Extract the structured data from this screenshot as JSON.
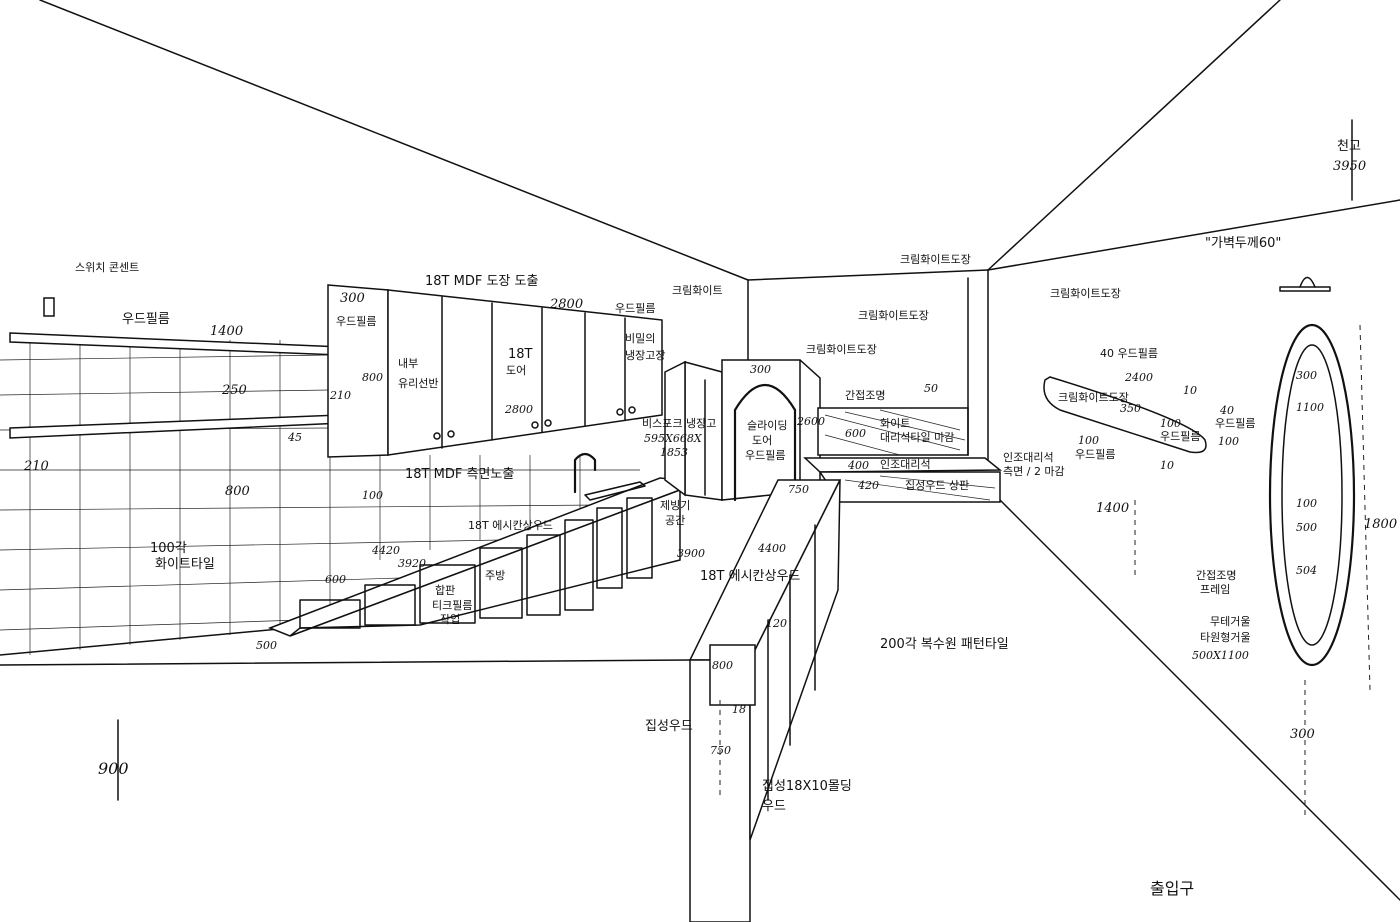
{
  "labels": {
    "outlet": "스위치 콘센트",
    "wood_film_shelf": "우드필름",
    "shelf_len": "1400",
    "shelf_gap": "250",
    "shelf_210": "210",
    "shelf_45": "45",
    "shelf_left_210": "210",
    "tile_800": "800",
    "tile_100": "100각",
    "tile_white": "화이트타일",
    "cab_300": "300",
    "cab_woodfilm": "우드필름",
    "cab_800": "800",
    "upper_mdf": "18T MDF 도장 도출",
    "upper_2800": "2800",
    "upper_woodfilm": "우드필름",
    "upper_inner": "내부",
    "upper_glass": "유리선반",
    "upper_18t": "18T",
    "upper_door": "도어",
    "upper_2800b": "2800",
    "upper_right": "비밀의",
    "upper_right2": "냉장고장",
    "lower_mdf": "18T MDF 측면노출",
    "backsplash_100": "100",
    "counter_text": "18T 에시칸상우드",
    "counter_4420": "4420",
    "counter_3920": "3920",
    "counter_600": "600",
    "counter_500": "500",
    "lower_glass1": "합판",
    "lower_glass2": "티크필름",
    "lower_glass3": "작업",
    "lower_door": "주방",
    "fridge": "비스포크 냉장고",
    "fridge_dim": "595X668X",
    "fridge_dim2": "1853",
    "fridge_side": "제빙기",
    "fridge_side2": "공간",
    "island_top": "18T 에시칸상우드",
    "island_4400": "4400",
    "island_3900": "3900",
    "island_750": "750",
    "island_800": "800",
    "island_120": "120",
    "island_18": "18",
    "island_750b": "750",
    "handle_wood": "집성우드",
    "molding": "집성18X10몰딩",
    "molding2": "우드",
    "back_crim": "크림화이트",
    "back_crim2": "크림화이트도장",
    "back_crim3": "크림화이트도장",
    "arch_300": "300",
    "arch_door": "슬라이딩",
    "arch_door2": "도어",
    "arch_door3": "우드필름",
    "arch_2600": "2600",
    "arch_paint": "크림화이트도장",
    "bench_stone": "간접조명",
    "bench_50": "50",
    "bench_600": "600",
    "bench_tile": "화이트",
    "bench_tile2": "대리석타일 마감",
    "bench_400": "400",
    "bench_420": "420",
    "bench_marble": "인조대리석",
    "bench_wood": "집성우드 상판",
    "bench_side": "인조대리석",
    "bench_side2": "측면 / 2 마감",
    "right_wall": "크림화이트도장",
    "ceiling": "천고",
    "ceiling_val": "3950",
    "light": "\"가벽두께60\"",
    "shelf2_40": "40 우드필름",
    "shelf2_2400": "2400",
    "shelf2_paint": "크림화이트도장",
    "shelf2_350": "350",
    "shelf2_10": "10",
    "shelf2_100": "100",
    "shelf2_wood": "우드필름",
    "shelf2_100b": "100",
    "shelf2_woodfilm": "우드필름",
    "shelf2_10b": "10",
    "shelf2_40b": "40",
    "shelf2_wood2": "우드필름",
    "shelf2_100c": "100",
    "h_1400": "1400",
    "mirror_300": "300",
    "mirror_1100": "1100",
    "mirror_100": "100",
    "mirror_500": "500",
    "mirror_504": "504",
    "mirror_1800": "1800",
    "mirror_light": "간접조명",
    "mirror_light2": "프레임",
    "mirror_glass": "무테거울",
    "mirror_glass2": "타원형거울",
    "mirror_glass3": "500X1100",
    "mirror_300b": "300",
    "floor": "200각 복수원 패턴타일",
    "exit": "출입구",
    "left_900": "900"
  }
}
